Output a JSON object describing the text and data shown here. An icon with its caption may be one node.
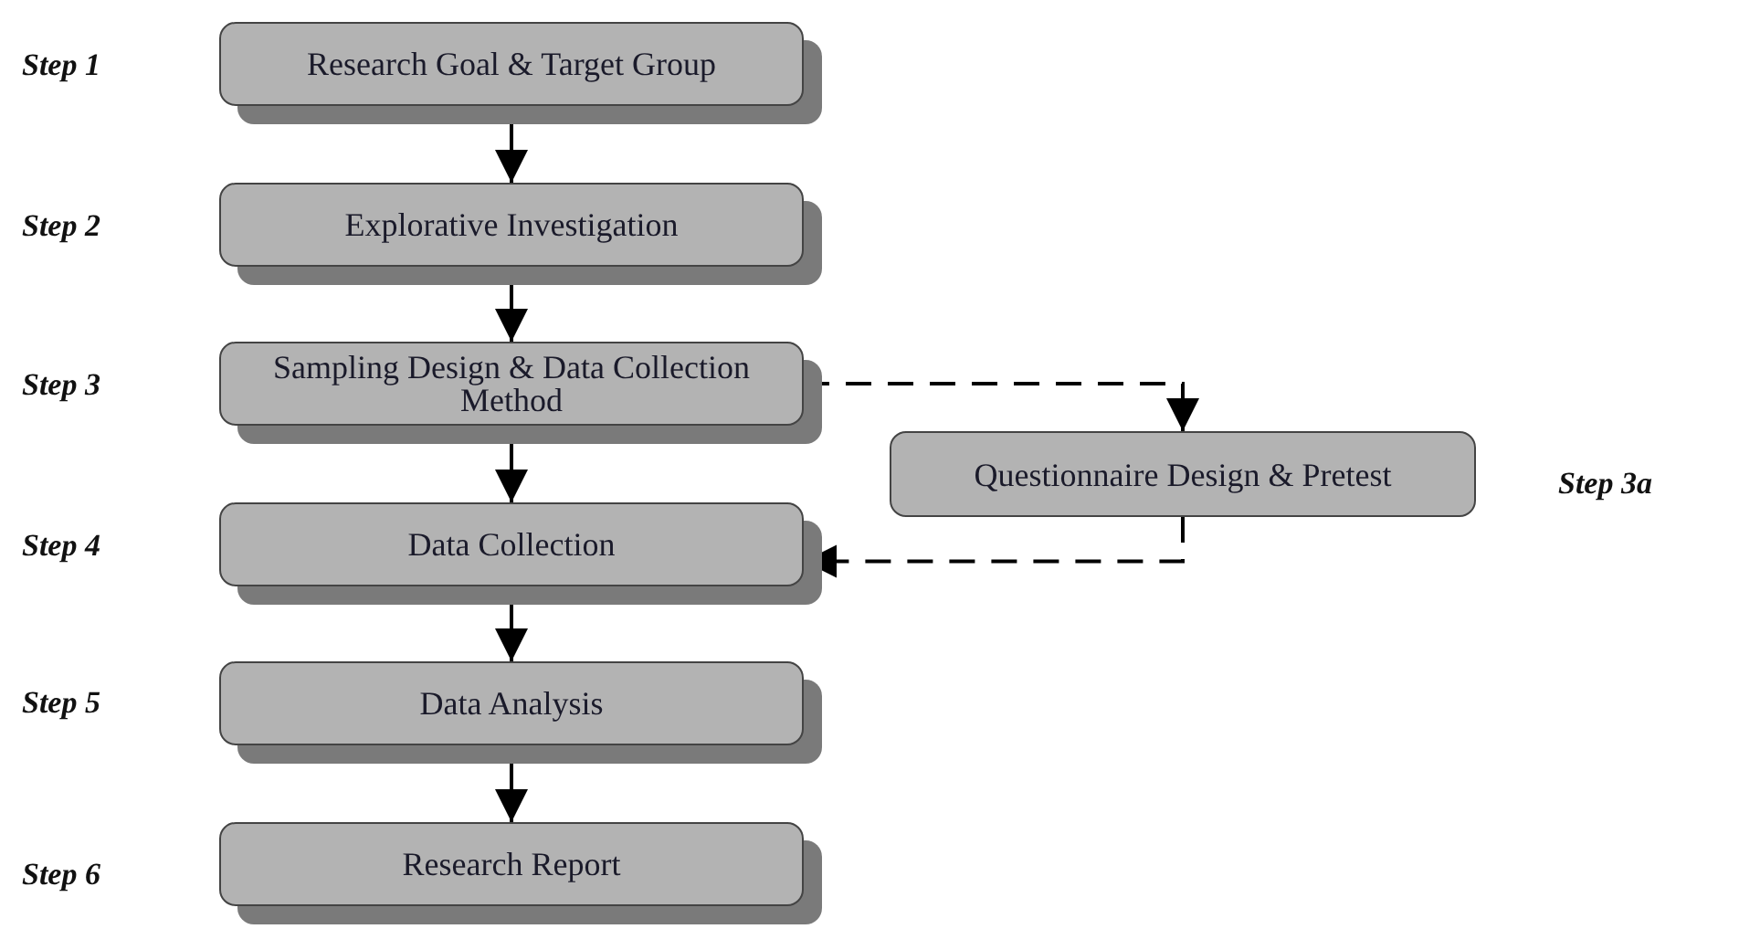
{
  "diagram": {
    "nodes": [
      {
        "text": [
          "Research Goal & Target Group"
        ],
        "beside": [
          "Step 1"
        ]
      },
      {
        "text": [
          "Explorative Investigation"
        ],
        "beside": [
          "Step 2"
        ]
      },
      {
        "text": [
          "Sampling Design & Data Collection Method"
        ],
        "beside": [
          "Step 3"
        ]
      },
      {
        "text": [
          "Questionnaire Design & Pretest"
        ],
        "beside": [
          "Step 3a"
        ]
      },
      {
        "text": [
          "Data Collection"
        ],
        "beside": [
          "Step 4"
        ]
      },
      {
        "text": [
          "Data Analysis"
        ],
        "beside": [
          "Step 5"
        ]
      },
      {
        "text": [
          "Research Report"
        ],
        "beside": [
          "Step 6"
        ]
      }
    ],
    "edges": [
      {
        "from": 0,
        "to": 1,
        "arrow": "to"
      },
      {
        "from": 1,
        "to": 2,
        "arrow": "to"
      },
      {
        "from": 2,
        "to": 3,
        "arrow": "to",
        "style": "dashed"
      },
      {
        "from": 3,
        "to": 4,
        "arrow": "to",
        "style": "dashed"
      },
      {
        "from": 2,
        "to": 4,
        "arrow": "to"
      },
      {
        "from": 4,
        "to": 5,
        "arrow": "to"
      },
      {
        "from": 5,
        "to": 6,
        "arrow": "to"
      }
    ]
  }
}
